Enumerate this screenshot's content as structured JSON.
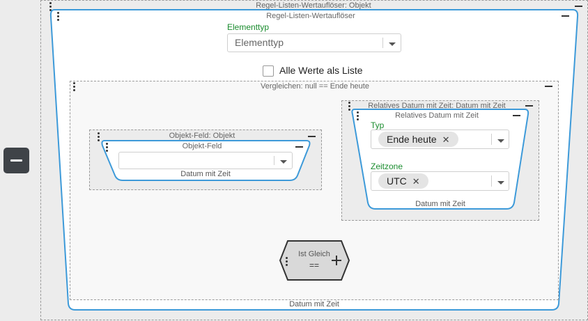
{
  "outer": {
    "title": "Regel-Listen-Wertauflöser: Objekt"
  },
  "resolver": {
    "title": "Regel-Listen-Wertauflöser",
    "element_type_label": "Elementtyp",
    "element_type_placeholder": "Elementtyp",
    "all_values_label": "Alle Werte als Liste",
    "footer": "Datum mit Zeit"
  },
  "compare": {
    "title": "Vergleichen: null == Ende heute"
  },
  "object_field_outer": {
    "title": "Objekt-Feld: Objekt"
  },
  "object_field": {
    "title": "Objekt-Feld",
    "footer": "Datum mit Zeit"
  },
  "relative_date_outer": {
    "title": "Relatives Datum mit Zeit: Datum mit Zeit"
  },
  "relative_date": {
    "title": "Relatives Datum mit Zeit",
    "type_label": "Typ",
    "type_value": "Ende heute",
    "timezone_label": "Zeitzone",
    "timezone_value": "UTC",
    "footer": "Datum mit Zeit"
  },
  "equals": {
    "title": "Ist Gleich",
    "operator": "=="
  },
  "icons": {
    "collapse": "minus-icon",
    "menu": "kebab-menu-icon",
    "add": "plus-icon",
    "remove": "close-icon",
    "dropdown": "chevron-down-icon"
  },
  "colors": {
    "accent_blue": "#3d9ad9",
    "label_green": "#1a8c2e"
  }
}
